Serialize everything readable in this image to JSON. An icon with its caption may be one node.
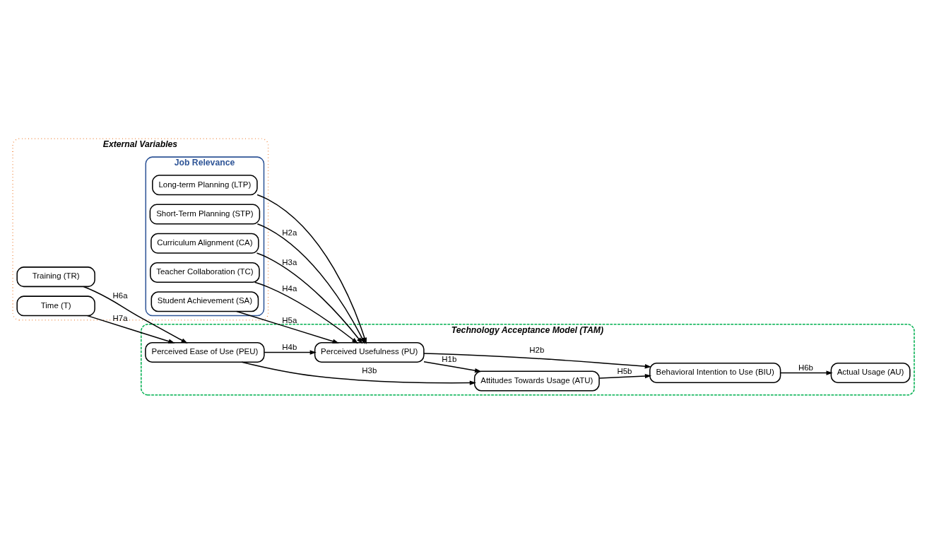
{
  "diagram": {
    "nodes": [
      {
        "text": [
          "External Variables"
        ]
      },
      {
        "text": [
          "Job Relevance"
        ],
        "in": 0
      },
      {
        "text": [
          "Long-term Planning (LTP)"
        ],
        "in": 1
      },
      {
        "text": [
          "Short-Term Planning (STP)"
        ],
        "in": 1
      },
      {
        "text": [
          "Curriculum Alignment (CA)"
        ],
        "in": 1
      },
      {
        "text": [
          "Teacher Collaboration (TC)"
        ],
        "in": 1
      },
      {
        "text": [
          "Student Achievement (SA)"
        ],
        "in": 1
      },
      {
        "text": [
          "Training (TR)"
        ],
        "in": 0
      },
      {
        "text": [
          "Time (T)"
        ],
        "in": 0
      },
      {
        "text": [
          "Technology Acceptance Model (TAM)"
        ]
      },
      {
        "text": [
          "Perceived Usefulness (PU)"
        ],
        "in": 9
      },
      {
        "text": [
          "Perceived Ease of Use (PEU)"
        ],
        "in": 9
      },
      {
        "text": [
          "Attitudes Towards Usage (ATU)"
        ],
        "in": 9
      },
      {
        "text": [
          "Behavioral Intention to Use (BIU)"
        ],
        "in": 9
      },
      {
        "text": [
          "Actual Usage (AU)"
        ],
        "in": 9
      }
    ],
    "edges": [
      {
        "from": 2,
        "to": 10,
        "arrow": "to"
      },
      {
        "from": 3,
        "to": 10,
        "arrow": "to",
        "label": "H2a"
      },
      {
        "from": 4,
        "to": 10,
        "arrow": "to",
        "label": "H3a"
      },
      {
        "from": 5,
        "to": 10,
        "arrow": "to",
        "label": "H4a"
      },
      {
        "from": 6,
        "to": 10,
        "arrow": "to",
        "label": "H5a"
      },
      {
        "from": 7,
        "to": 11,
        "arrow": "to",
        "label": "H6a"
      },
      {
        "from": 8,
        "to": 11,
        "arrow": "to",
        "label": "H7a"
      },
      {
        "from": 10,
        "to": 12,
        "arrow": "to",
        "label": "H1b"
      },
      {
        "from": 10,
        "to": 13,
        "arrow": "to",
        "label": "H2b"
      },
      {
        "from": 11,
        "to": 12,
        "arrow": "to",
        "label": "H3b"
      },
      {
        "from": 11,
        "to": 10,
        "arrow": "to",
        "label": "H4b"
      },
      {
        "from": 12,
        "to": 13,
        "arrow": "to",
        "label": "H5b"
      },
      {
        "from": 13,
        "to": 14,
        "arrow": "to",
        "label": "H6b"
      }
    ]
  }
}
